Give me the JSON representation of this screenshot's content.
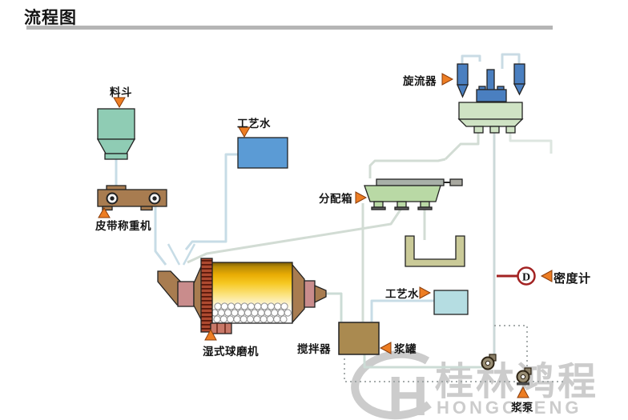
{
  "title": "流程图",
  "equipment_labels": {
    "hopper": "料斗",
    "belt_weigher": "皮带称重机",
    "process_water_top": "工艺水",
    "cyclone": "旋流器",
    "distribution_box": "分配箱",
    "wet_ball_mill": "湿式球磨机",
    "agitator": "搅拌器",
    "slurry_tank": "浆罐",
    "process_water_bottom": "工艺水",
    "density_meter": "密度计",
    "slurry_pump": "浆泵"
  },
  "density_meter_symbol": "D",
  "watermark": {
    "monogram": "H",
    "chinese": "桂林鸿程",
    "latin": "HONGCHENG"
  },
  "colors": {
    "hopper_green": "#8fccb4",
    "equipment_brown": "#a87c50",
    "agitator_brown": "#aa8a50",
    "water_blue": "#5b9bd5",
    "water_cyan": "#b5dde2",
    "cyclone_blue": "#4a7fc0",
    "collector_green": "#cfe3c4",
    "distribution_green": "#b9d9a5",
    "trough_khaki": "#caca98",
    "mill_gold": "#f0b810",
    "marker_orange": "#ed7d23",
    "density_red": "#a22222",
    "pipe_blue": "#c7dce6",
    "watermark_gray": "#c7c7c7"
  }
}
